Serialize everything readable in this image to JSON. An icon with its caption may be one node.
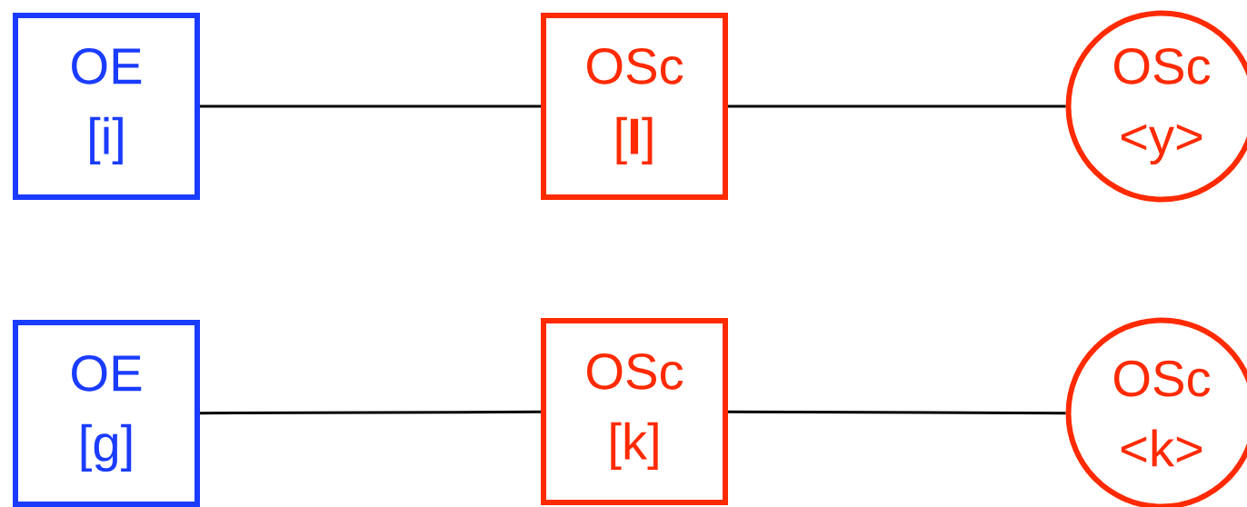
{
  "diagram": {
    "nodes": [
      {
        "text": [
          "OE",
          "[i]"
        ]
      },
      {
        "text": [
          "OSc",
          "[**I**]"
        ]
      },
      {
        "text": [
          "OSc",
          "<y>"
        ]
      },
      {
        "text": [
          "OE",
          "[g]"
        ]
      },
      {
        "text": [
          "OSc",
          "[k]"
        ]
      },
      {
        "text": [
          "OSc",
          "<k>"
        ]
      }
    ],
    "edges": [
      {
        "from": 0,
        "to": 1,
        "arrow": "none"
      },
      {
        "from": 1,
        "to": 2,
        "arrow": "none"
      },
      {
        "from": 3,
        "to": 4,
        "arrow": "none"
      },
      {
        "from": 4,
        "to": 5,
        "arrow": "none"
      }
    ]
  }
}
